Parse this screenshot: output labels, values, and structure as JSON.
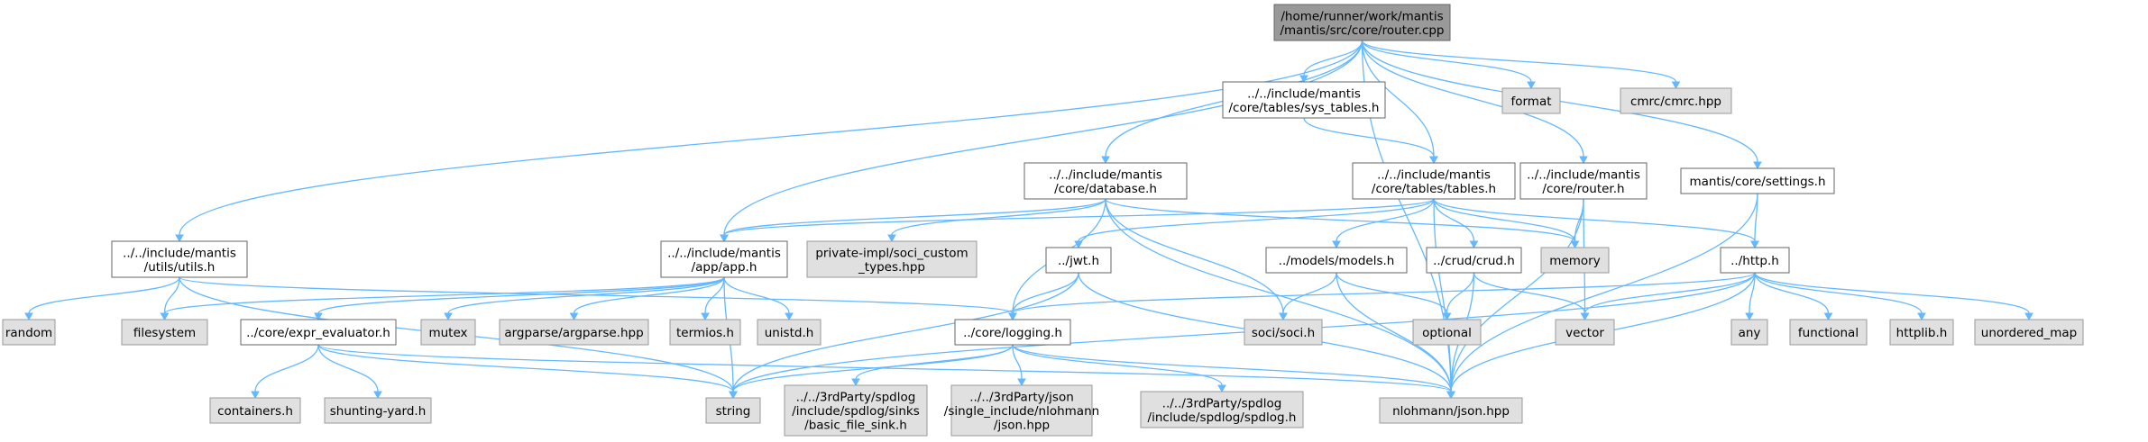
{
  "nodes": {
    "root": [
      "/home/runner/work/mantis",
      "/mantis/src/core/router.cpp"
    ],
    "sys_tables": [
      "../../include/mantis",
      "/core/tables/sys_tables.h"
    ],
    "format": [
      "format"
    ],
    "cmrc": [
      "cmrc/cmrc.hpp"
    ],
    "database": [
      "../../include/mantis",
      "/core/database.h"
    ],
    "tables": [
      "../../include/mantis",
      "/core/tables/tables.h"
    ],
    "router_h": [
      "../../include/mantis",
      "/core/router.h"
    ],
    "settings": [
      "mantis/core/settings.h"
    ],
    "utils": [
      "../../include/mantis",
      "/utils/utils.h"
    ],
    "app": [
      "../../include/mantis",
      "/app/app.h"
    ],
    "soci_custom": [
      "private-impl/soci_custom",
      "_types.hpp"
    ],
    "jwt": [
      "../jwt.h"
    ],
    "models": [
      "../models/models.h"
    ],
    "crud": [
      "../crud/crud.h"
    ],
    "memory": [
      "memory"
    ],
    "http": [
      "../http.h"
    ],
    "random": [
      "random"
    ],
    "filesystem": [
      "filesystem"
    ],
    "expr": [
      "../core/expr_evaluator.h"
    ],
    "mutex": [
      "mutex"
    ],
    "argparse": [
      "argparse/argparse.hpp"
    ],
    "termios": [
      "termios.h"
    ],
    "unistd": [
      "unistd.h"
    ],
    "logging": [
      "../core/logging.h"
    ],
    "soci": [
      "soci/soci.h"
    ],
    "optional": [
      "optional"
    ],
    "vector": [
      "vector"
    ],
    "any": [
      "any"
    ],
    "functional": [
      "functional"
    ],
    "httplib": [
      "httplib.h"
    ],
    "unordered_map": [
      "unordered_map"
    ],
    "containers": [
      "containers.h"
    ],
    "shunting": [
      "shunting-yard.h"
    ],
    "string": [
      "string"
    ],
    "sink": [
      "../../3rdParty/spdlog",
      "/include/spdlog/sinks",
      "/basic_file_sink.h"
    ],
    "json_single": [
      "../../3rdParty/json",
      "/single_include/nlohmann",
      "/json.hpp"
    ],
    "spdlog": [
      "../../3rdParty/spdlog",
      "/include/spdlog/spdlog.h"
    ],
    "nlohmann": [
      "nlohmann/json.hpp"
    ]
  },
  "colors": {
    "edge": "#63b8ff",
    "root_fill": "#999999",
    "file_fill": "#ffffff",
    "external_fill": "#e0e0e0"
  }
}
